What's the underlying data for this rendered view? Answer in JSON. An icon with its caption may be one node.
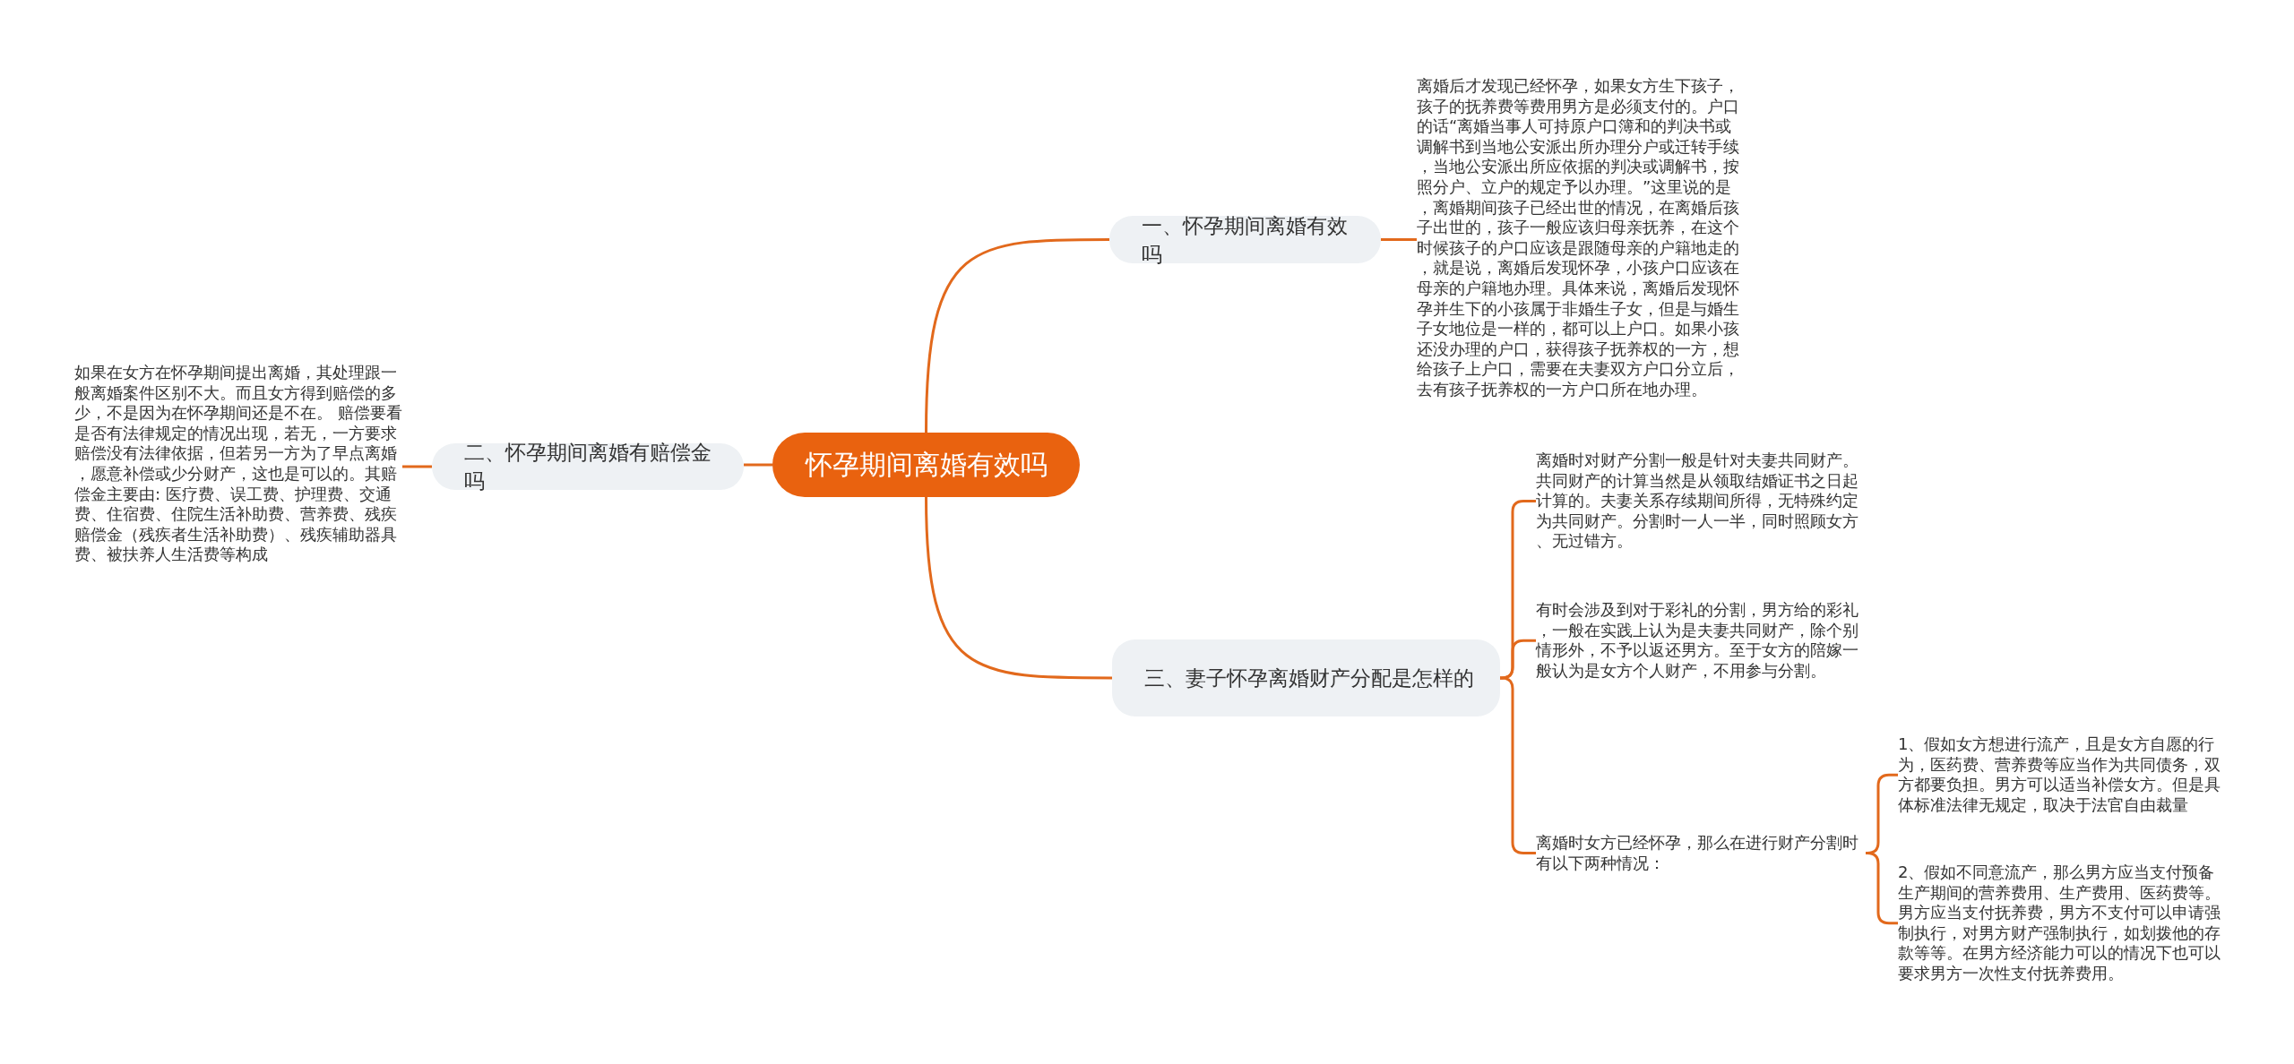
{
  "diagram": {
    "nodes": [
      {
        "text": [
          "怀孕期间离婚有效吗"
        ]
      },
      {
        "text": [
          "一、怀孕期间离婚有效吗"
        ]
      },
      {
        "text": [
          "离婚后才发现已经怀孕，如果女方生下孩子，孩子的抚养费等费用男方是必须支付的。户口的话“离婚当事人可持原户口簿和的判决书或调解书到当地公安派出所办理分户或迁转手续，当地公安派出所应依据的判决或调解书，按照分户、立户的规定予以办理。”这里说的是，离婚期间孩子已经出世的情况，在离婚后孩子出世的，孩子一般应该归母亲抚养，在这个时候孩子的户口应该是跟随母亲的户籍地走的，就是说，离婚后发现怀孕，小孩户口应该在母亲的户籍地办理。具体来说，离婚后发现怀孕并生下的小孩属于非婚生子女，但是与婚生子女地位是一样的，都可以上户口。如果小孩还没办理的户口，获得孩子抚养权的一方，想给孩子上户口，需要在夫妻双方户口分立后，去有孩子抚养权的一方户口所在地办理。"
        ]
      },
      {
        "text": [
          "二、怀孕期间离婚有赔偿金吗"
        ]
      },
      {
        "text": [
          "如果在女方在怀孕期间提出离婚，其处理跟一般离婚案件区别不大。而且女方得到赔偿的多少，不是因为在怀孕期间还是不在。 赔偿要看是否有法律规定的情况出现，若无，一方要求赔偿没有法律依据，但若另一方为了早点离婚，愿意补偿或少分财产，这也是可以的。其赔偿金主要由: 医疗费、误工费、护理费、交通费、住宿费、住院生活补助费、营养费、残疾赔偿金（残疾者生活补助费）、残疾辅助器具费、被扶养人生活费等构成"
        ]
      },
      {
        "text": [
          "三、妻子怀孕离婚财产分配是怎样的"
        ]
      },
      {
        "text": [
          "离婚时对财产分割一般是针对夫妻共同财产。共同财产的计算当然是从领取结婚证书之日起计算的。夫妻关系存续期间所得，无特殊约定为共同财产。分割时一人一半，同时照顾女方、无过错方。"
        ]
      },
      {
        "text": [
          "有时会涉及到对于彩礼的分割，男方给的彩礼，一般在实践上认为是夫妻共同财产，除个别情形外，不予以返还男方。至于女方的陪嫁一般认为是女方个人财产，不用参与分割。"
        ]
      },
      {
        "text": [
          "离婚时女方已经怀孕，那么在进行财产分割时有以下两种情况："
        ]
      },
      {
        "text": [
          "1、假如女方想进行流产，且是女方自愿的行为，医药费、营养费等应当作为共同债务，双方都要负担。男方可以适当补偿女方。但是具体标准法律无规定，取决于法官自由裁量"
        ]
      },
      {
        "text": [
          "2、假如不同意流产，那么男方应当支付预备生产期间的营养费用、生产费用、医药费等。男方应当支付抚养费，男方不支付可以申请强制执行，对男方财产强制执行，如划拨他的存款等等。在男方经济能力可以的情况下也可以要求男方一次性支付抚养费用。"
        ]
      }
    ],
    "edges": [
      {
        "from": 0,
        "to": 1,
        "arrow": "none"
      },
      {
        "from": 1,
        "to": 2,
        "arrow": "none"
      },
      {
        "from": 0,
        "to": 3,
        "arrow": "none"
      },
      {
        "from": 3,
        "to": 4,
        "arrow": "none"
      },
      {
        "from": 0,
        "to": 5,
        "arrow": "none"
      },
      {
        "from": 5,
        "to": 6,
        "arrow": "none"
      },
      {
        "from": 5,
        "to": 7,
        "arrow": "none"
      },
      {
        "from": 5,
        "to": 8,
        "arrow": "none"
      },
      {
        "from": 8,
        "to": 9,
        "arrow": "none"
      },
      {
        "from": 8,
        "to": 10,
        "arrow": "none"
      }
    ]
  }
}
